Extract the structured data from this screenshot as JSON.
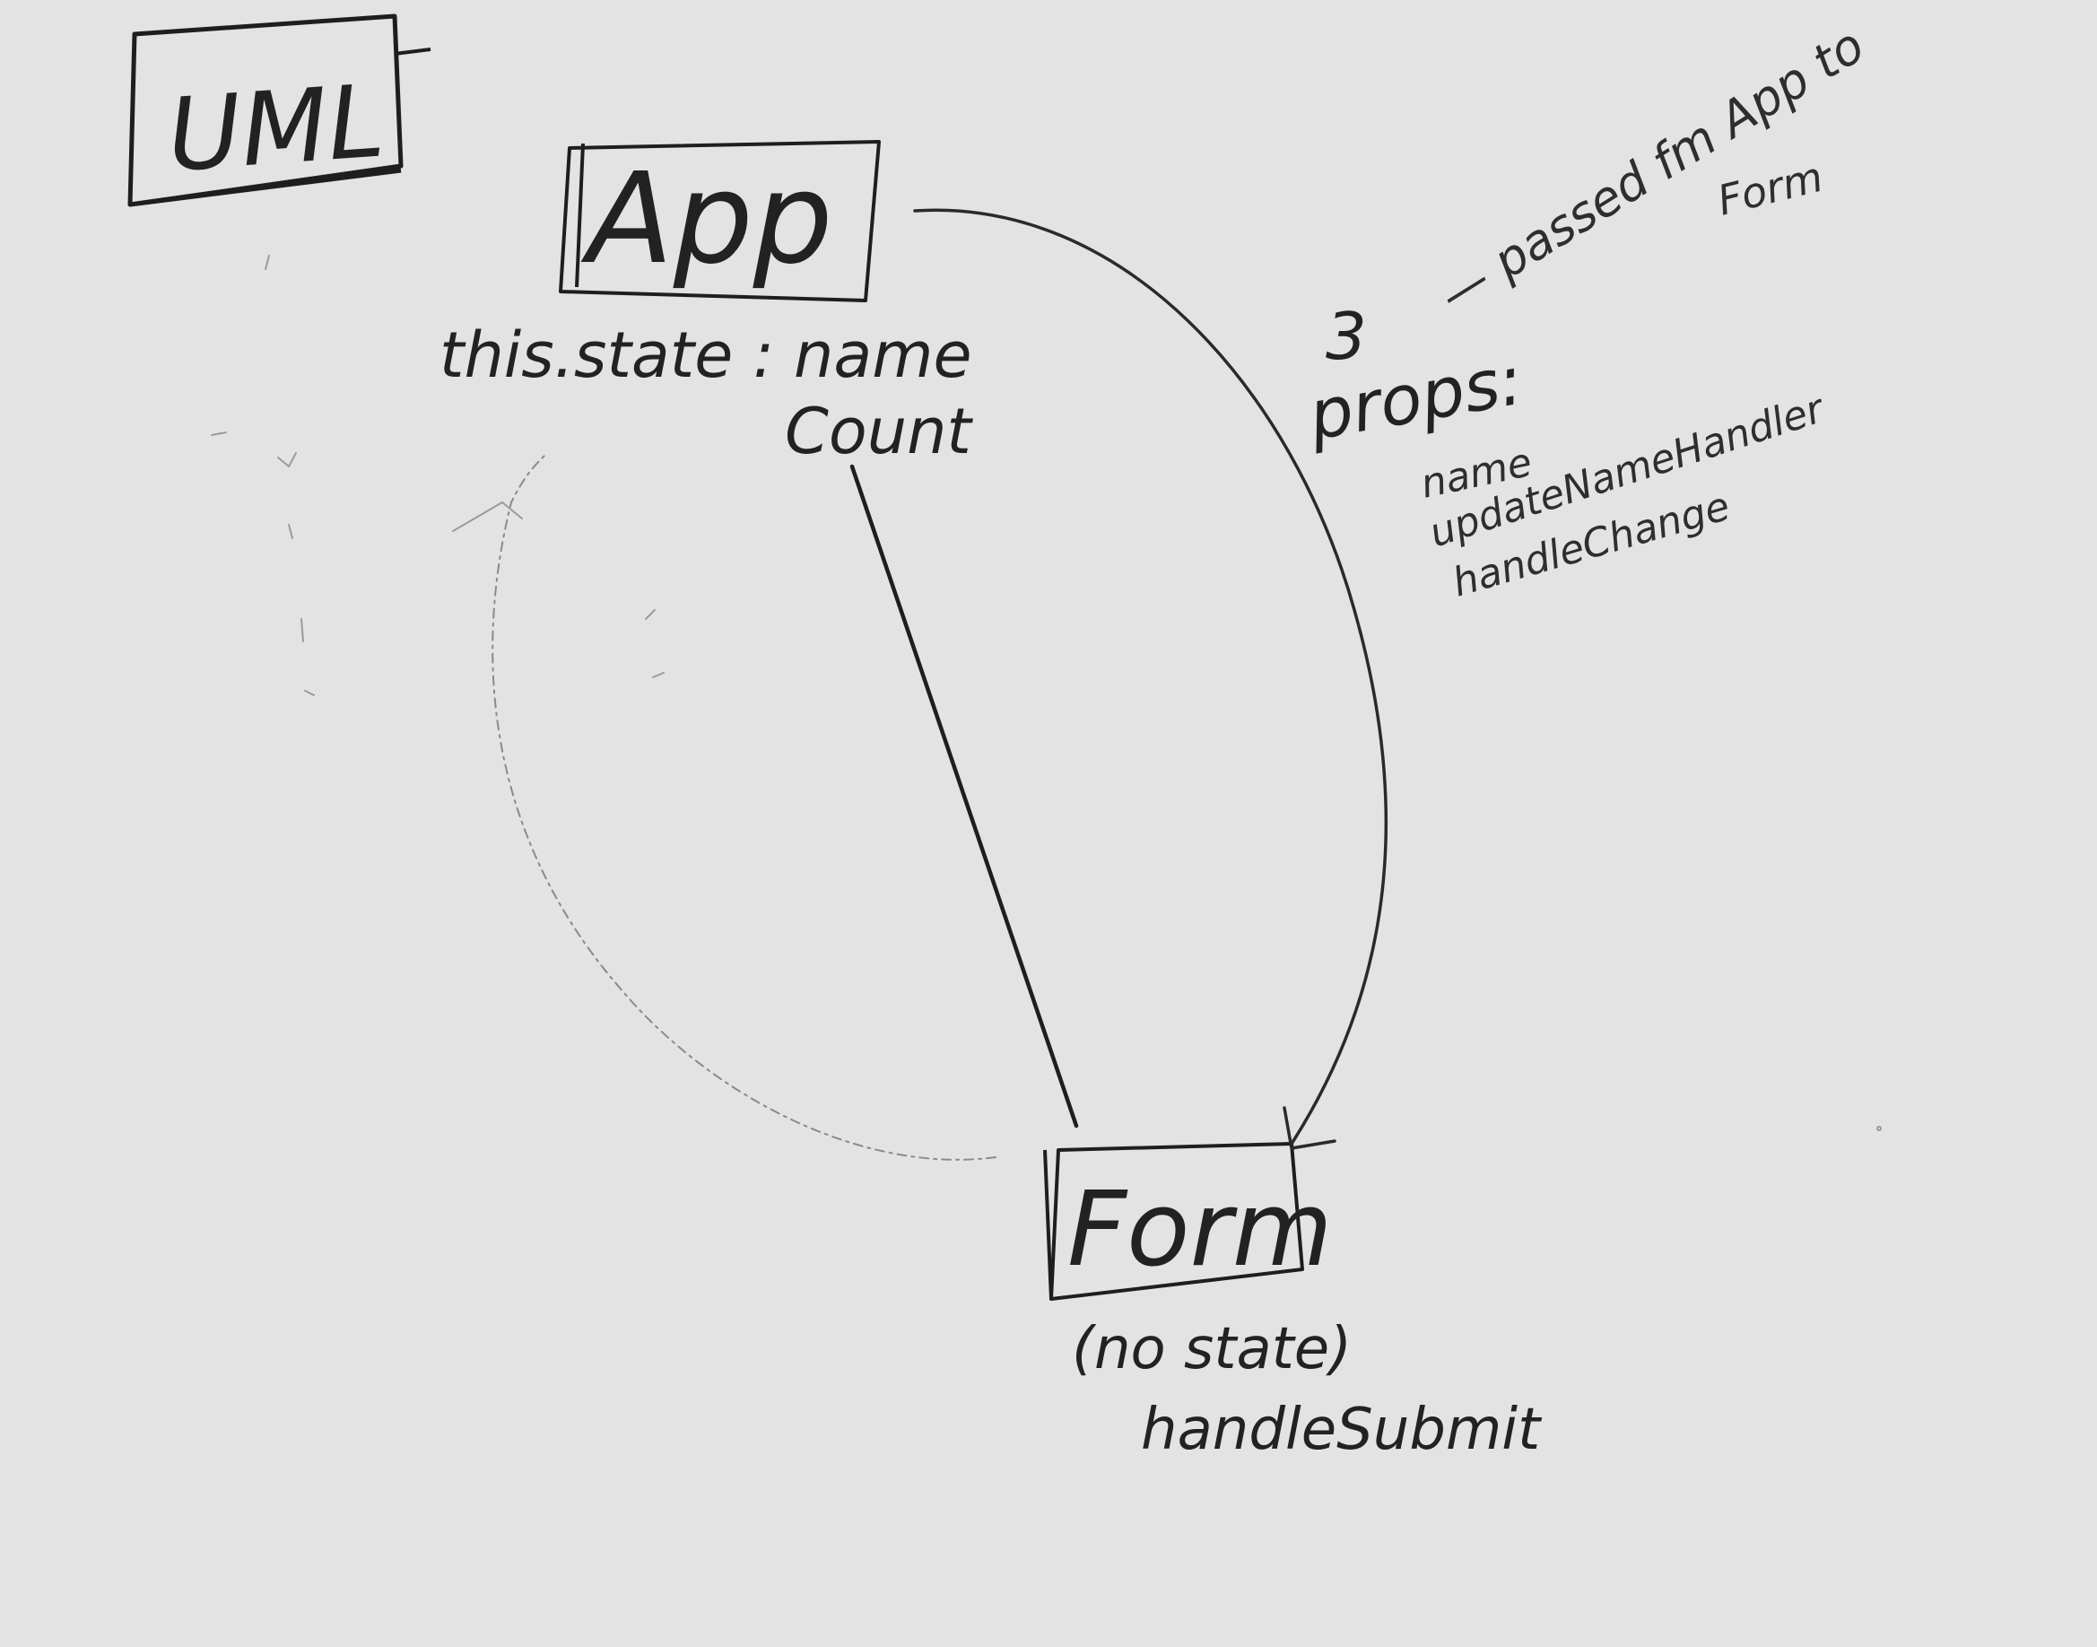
{
  "diagram": {
    "title": "UML",
    "nodes": {
      "app": {
        "label": "App",
        "state_prefix": "this.state :",
        "state_fields": [
          "name",
          "Count"
        ]
      },
      "form": {
        "label": "Form",
        "state_note": "(no state)",
        "methods": [
          "handleSubmit"
        ]
      }
    },
    "props_annotation": {
      "count": "3",
      "label": "props:",
      "items": [
        "name",
        "updateNameHandler",
        "handleChange"
      ],
      "note_line1": "— passed fm App to",
      "note_line2": "Form"
    }
  },
  "colors": {
    "background": "#e3e3e3",
    "ink": "#222222",
    "faint_ink": "#8a8a8a"
  }
}
